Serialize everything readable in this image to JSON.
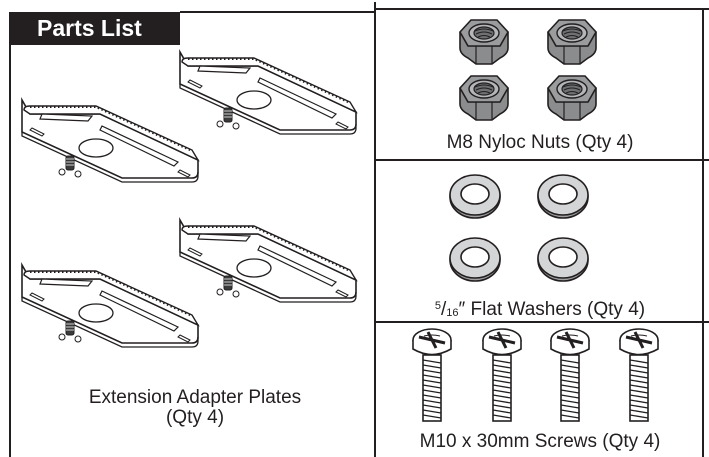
{
  "header": {
    "title": "Parts List"
  },
  "panels": {
    "plates": {
      "line1": "Extension Adapter Plates",
      "line2": "(Qty 4)"
    },
    "nuts": {
      "caption": "M8 Nyloc Nuts (Qty 4)"
    },
    "washers": {
      "frac_num": "5",
      "frac_slash": "/",
      "frac_den": "16",
      "caption": "″ Flat Washers (Qty 4)"
    },
    "screws": {
      "caption": "M10 x 30mm Screws (Qty 4)"
    }
  },
  "colors": {
    "ink": "#231f20",
    "nut_fill": "#8a8c8e",
    "washer_fill": "#d4d5d6",
    "screw_fill": "#ffffff"
  }
}
